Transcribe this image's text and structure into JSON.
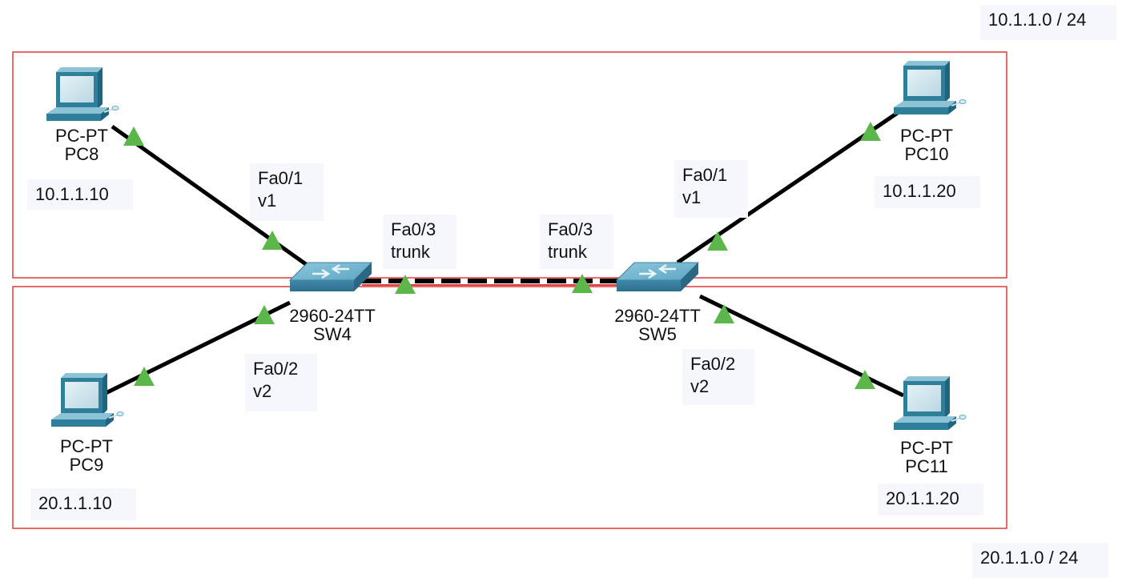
{
  "subnets": {
    "top": "10.1.1.0 / 24",
    "bottom": "20.1.1.0 / 24"
  },
  "colors": {
    "vlan_box": "#e03a3a",
    "link": "#000000",
    "port_up": "#5bb74a",
    "switch": "#4f93b1",
    "pc": "#2f7f9b",
    "note_bg": "#f6f7fd"
  },
  "devices": {
    "pc8": {
      "model": "PC-PT",
      "name": "PC8",
      "ip": "10.1.1.10"
    },
    "pc9": {
      "model": "PC-PT",
      "name": "PC9",
      "ip": "20.1.1.10"
    },
    "pc10": {
      "model": "PC-PT",
      "name": "PC10",
      "ip": "10.1.1.20"
    },
    "pc11": {
      "model": "PC-PT",
      "name": "PC11",
      "ip": "20.1.1.20"
    },
    "sw4": {
      "model": "2960-24TT",
      "name": "SW4"
    },
    "sw5": {
      "model": "2960-24TT",
      "name": "SW5"
    }
  },
  "ports": {
    "sw4_fa01": {
      "port": "Fa0/1",
      "vlan": "v1"
    },
    "sw4_fa02": {
      "port": "Fa0/2",
      "vlan": "v2"
    },
    "sw4_fa03": {
      "port": "Fa0/3",
      "vlan": "trunk"
    },
    "sw5_fa01": {
      "port": "Fa0/1",
      "vlan": "v1"
    },
    "sw5_fa02": {
      "port": "Fa0/2",
      "vlan": "v2"
    },
    "sw5_fa03": {
      "port": "Fa0/3",
      "vlan": "trunk"
    }
  }
}
